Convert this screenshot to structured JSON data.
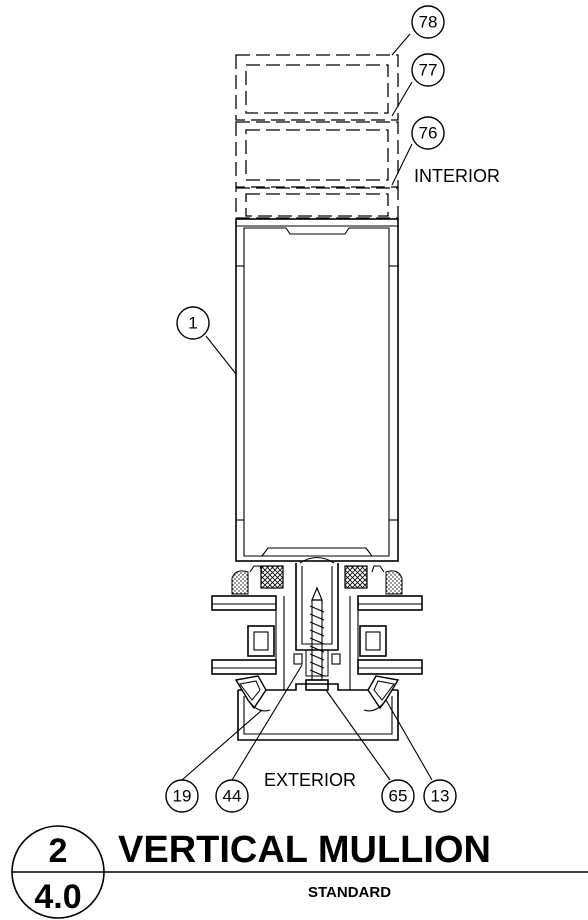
{
  "tags": {
    "t78": "78",
    "t77": "77",
    "t76": "76",
    "t1": "1",
    "t19": "19",
    "t44": "44",
    "t65": "65",
    "t13": "13"
  },
  "labels": {
    "interior": "INTERIOR",
    "exterior": "EXTERIOR"
  },
  "title_block": {
    "detail_number": "2",
    "sheet_number": "4.0",
    "title": "VERTICAL MULLION",
    "subtitle": "STANDARD"
  }
}
